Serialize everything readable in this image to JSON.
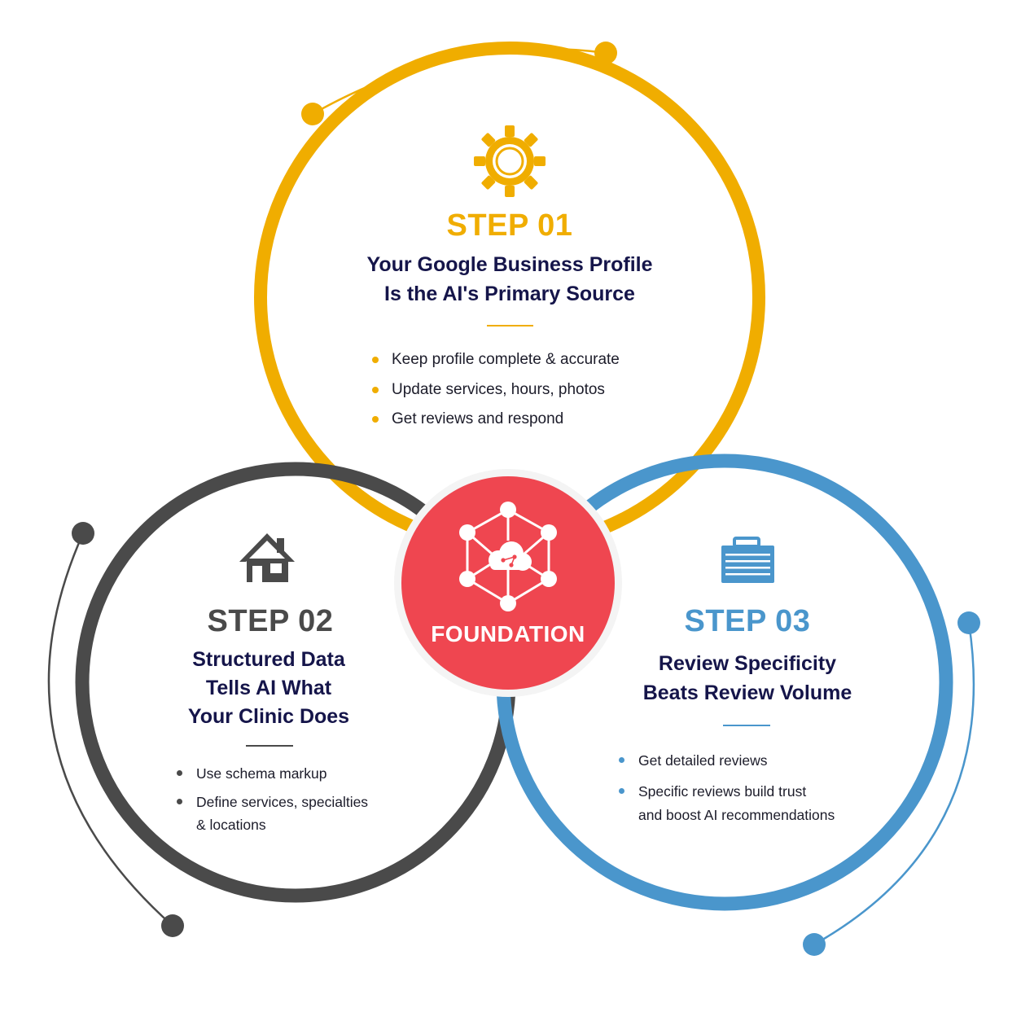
{
  "colors": {
    "step1": "#f0ad00",
    "step2": "#4a4a4a",
    "step3": "#4a96cc",
    "foundation": "#ef4650",
    "title_text": "#15154a"
  },
  "foundation": {
    "label": "FOUNDATION",
    "icon": "network-cloud-icon"
  },
  "step1": {
    "label": "STEP 01",
    "icon": "gear-icon",
    "title_lines": [
      "Your Google Business Profile",
      "Is the AI's Primary Source"
    ],
    "bullets": [
      "Keep profile complete & accurate",
      "Update services, hours, photos",
      "Get reviews and respond"
    ]
  },
  "step2": {
    "label": "STEP 02",
    "icon": "house-icon",
    "title_lines": [
      "Structured Data",
      "Tells AI What",
      "Your Clinic Does"
    ],
    "bullets": [
      {
        "lines": [
          "Use schema markup"
        ]
      },
      {
        "lines": [
          "Define services, specialties",
          "& locations"
        ]
      }
    ]
  },
  "step3": {
    "label": "STEP 03",
    "icon": "briefcase-icon",
    "title_lines": [
      "Review Specificity",
      "Beats Review Volume"
    ],
    "bullets": [
      {
        "lines": [
          "Get detailed reviews"
        ]
      },
      {
        "lines": [
          "Specific reviews build trust",
          "and boost AI recommendations"
        ]
      }
    ]
  }
}
